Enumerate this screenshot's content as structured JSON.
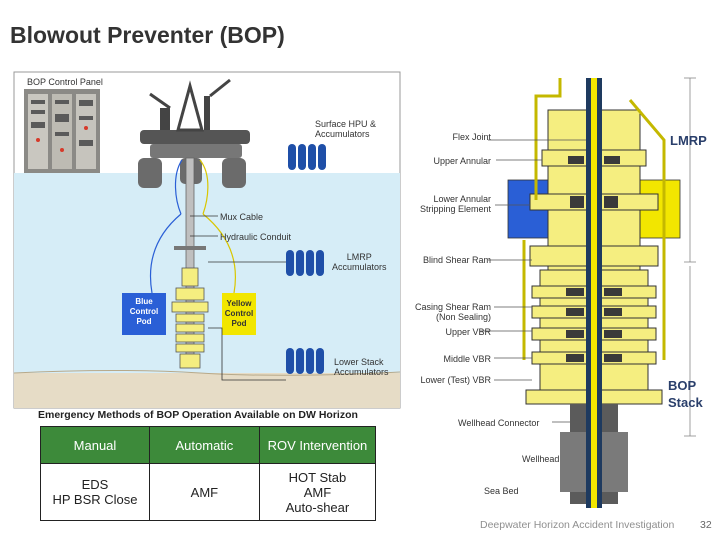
{
  "title": "Blowout Preventer (BOP)",
  "left_panel": {
    "control_panel": "BOP Control Panel",
    "surface_hpu": [
      "Surface HPU &",
      "Accumulators"
    ],
    "mux_cable": "Mux Cable",
    "hydraulic_conduit": "Hydraulic Conduit",
    "lmrp_accumulators": [
      "LMRP",
      "Accumulators"
    ],
    "blue_pod": [
      "Blue",
      "Control",
      "Pod"
    ],
    "yellow_pod": [
      "Yellow",
      "Control",
      "Pod"
    ],
    "lower_stack_accumulators": [
      "Lower Stack",
      "Accumulators"
    ]
  },
  "stack_labels": {
    "flex_joint": "Flex Joint",
    "upper_annular": "Upper Annular",
    "lower_annular": [
      "Lower Annular",
      "Stripping Element"
    ],
    "blind_shear_ram": "Blind Shear Ram",
    "casing_shear_ram": [
      "Casing Shear Ram",
      "(Non Sealing)"
    ],
    "upper_vbr": "Upper VBR",
    "middle_vbr": "Middle VBR",
    "lower_vbr": "Lower (Test) VBR",
    "wellhead_connector": "Wellhead Connector",
    "wellhead": "Wellhead",
    "sea_bed": "Sea Bed",
    "lmrp": "LMRP",
    "bop_stack": [
      "BOP",
      "Stack"
    ]
  },
  "emergency": {
    "title": "Emergency Methods of BOP Operation Available on DW Horizon",
    "headers": [
      "Manual",
      "Automatic",
      "ROV Intervention"
    ],
    "manual": [
      "EDS",
      "HP BSR Close"
    ],
    "automatic": [
      "AMF"
    ],
    "rov": [
      "HOT Stab",
      "AMF",
      "Auto-shear"
    ]
  },
  "footer": "Deepwater Horizon Accident Investigation",
  "page_number": "32",
  "colors": {
    "sea": "#d6edf7",
    "seabed": "#e6dcc6",
    "pod_blue": "#2a5fd6",
    "pod_yellow": "#f2e600",
    "table_header": "#3d8a3a",
    "stack_yellow": "#f5ee80"
  }
}
